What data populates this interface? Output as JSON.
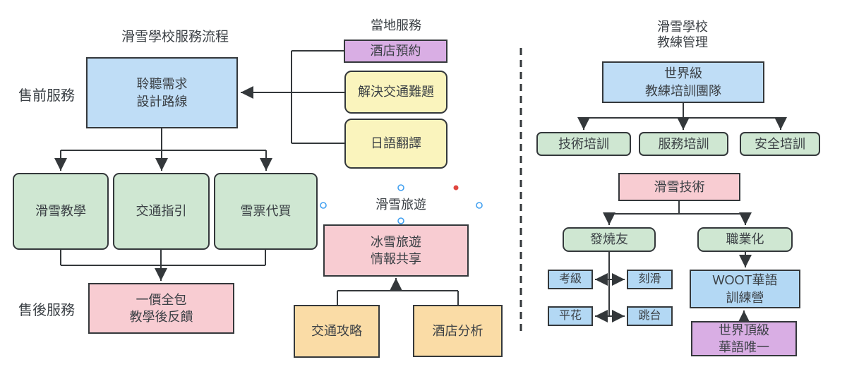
{
  "colors": {
    "node_border": "#34383B",
    "connector": "#34383B",
    "text": "#3B4045",
    "blue": "#BFDDF6",
    "blue_small": "#B3D8F4",
    "green": "#CFE7D2",
    "pink": "#F8CCD2",
    "yellow": "#FAF4BD",
    "purple": "#D9AEE4",
    "orange": "#FADCA6",
    "handle_blue": "#42A0F0",
    "handle_red": "#E0473F"
  },
  "left_flow": {
    "title": "滑雪學校服務流程",
    "presale_label": "售前服務",
    "aftersale_label": "售後服務",
    "root": "聆聽需求\n設計路線",
    "services": [
      "滑雪教學",
      "交通指引",
      "雪票代買"
    ],
    "aftersale_box": "一價全包\n教學後反饋"
  },
  "local_services": {
    "title": "當地服務",
    "items": [
      "酒店預約",
      "解決交通難題",
      "日語翻譯"
    ]
  },
  "ski_travel": {
    "title": "滑雪旅遊",
    "hub": "冰雪旅遊\n情報共享",
    "sources": [
      "交通攻略",
      "酒店分析"
    ]
  },
  "coach_mgmt": {
    "title": "滑雪學校\n教練管理",
    "team": "世界級\n教練培訓團隊",
    "trainings": [
      "技術培訓",
      "服務培訓",
      "安全培訓"
    ],
    "skill": "滑雪技術",
    "branches": [
      "發燒友",
      "職業化"
    ],
    "enthusiast": [
      "考級",
      "刻滑",
      "平花",
      "跳台"
    ],
    "camp": "WOOT華語\n訓練營",
    "camp_badge": "世界頂級\n華語唯一"
  }
}
